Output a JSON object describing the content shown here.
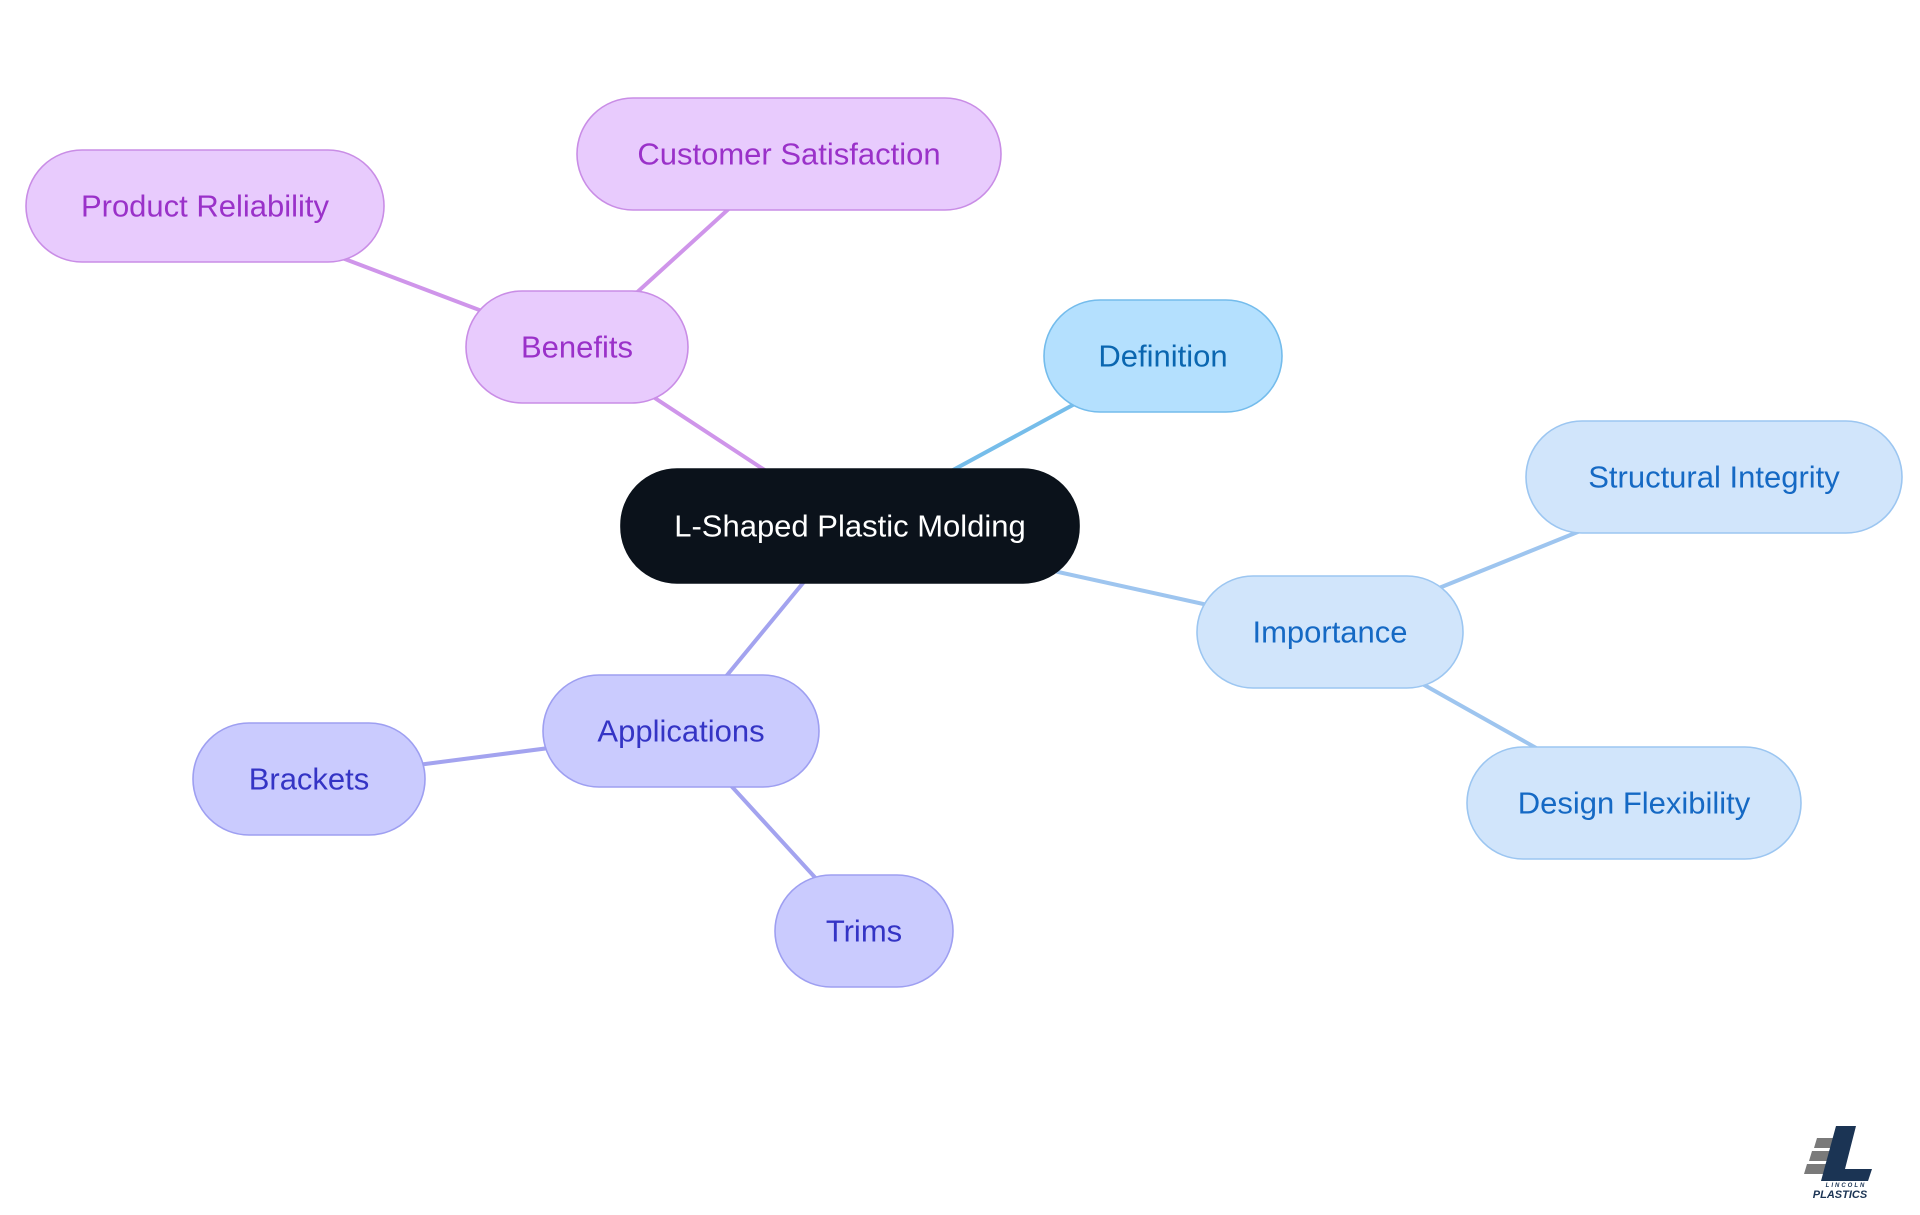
{
  "colors": {
    "background": "#ffffff",
    "root_fill": "#0b121b",
    "root_text": "#ffffff",
    "purple_fill": "#e8cbfd",
    "purple_stroke": "#c98de6",
    "purple_text": "#9a31c9",
    "purple_edge": "#cf95ea",
    "sky_fill": "#b4e0fe",
    "sky_stroke": "#74bcec",
    "sky_text": "#0a66b0",
    "sky_edge": "#76bdea",
    "blue_fill": "#d1e5fb",
    "blue_stroke": "#9cc6f1",
    "blue_text": "#1569c4",
    "blue_edge": "#9ec5ef",
    "indigo_fill": "#cacbfe",
    "indigo_stroke": "#9e9ff1",
    "indigo_text": "#3434c5",
    "indigo_edge": "#a3a3ef",
    "logo_dark": "#1b3454",
    "logo_gray": "#7a7a7a"
  },
  "mindmap": {
    "root": {
      "id": "root",
      "label": "L-Shaped Plastic Molding",
      "theme": "root"
    },
    "nodes": [
      {
        "id": "benefits",
        "label": "Benefits",
        "parent": "root",
        "theme": "purple"
      },
      {
        "id": "customer-satisfaction",
        "label": "Customer Satisfaction",
        "parent": "benefits",
        "theme": "purple"
      },
      {
        "id": "product-reliability",
        "label": "Product Reliability",
        "parent": "benefits",
        "theme": "purple"
      },
      {
        "id": "definition",
        "label": "Definition",
        "parent": "root",
        "theme": "sky"
      },
      {
        "id": "importance",
        "label": "Importance",
        "parent": "root",
        "theme": "blue"
      },
      {
        "id": "structural-integrity",
        "label": "Structural Integrity",
        "parent": "importance",
        "theme": "blue"
      },
      {
        "id": "design-flexibility",
        "label": "Design Flexibility",
        "parent": "importance",
        "theme": "blue"
      },
      {
        "id": "applications",
        "label": "Applications",
        "parent": "root",
        "theme": "indigo"
      },
      {
        "id": "brackets",
        "label": "Brackets",
        "parent": "applications",
        "theme": "indigo"
      },
      {
        "id": "trims",
        "label": "Trims",
        "parent": "applications",
        "theme": "indigo"
      }
    ]
  },
  "logo": {
    "line1": "LINCOLN",
    "line2": "PLASTICS"
  }
}
